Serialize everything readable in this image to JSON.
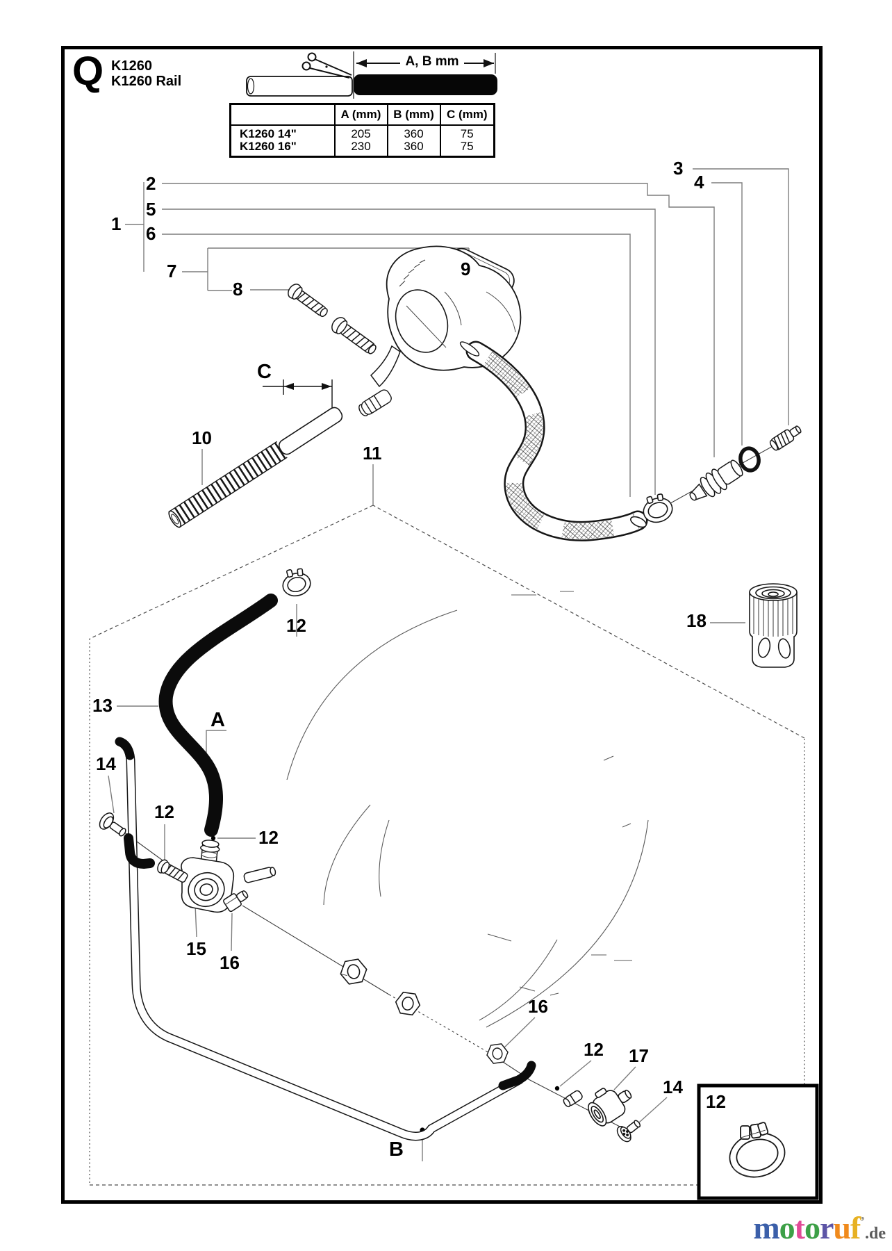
{
  "page": {
    "background": "#ffffff",
    "border_color": "#000000"
  },
  "header": {
    "section_letter": "Q",
    "model_line1": "K1260",
    "model_line2": "K1260 Rail"
  },
  "hose_cut_graphic": {
    "dimension_label": "A, B mm"
  },
  "size_table": {
    "columns": [
      "",
      "A (mm)",
      "B (mm)",
      "C (mm)"
    ],
    "rows": [
      {
        "name": "K1260 14\"",
        "a": "205",
        "b": "360",
        "c": "75"
      },
      {
        "name": "K1260 16\"",
        "a": "230",
        "b": "360",
        "c": "75"
      }
    ]
  },
  "labels": {
    "p1": "1",
    "p2": "2",
    "p3": "3",
    "p4": "4",
    "p5": "5",
    "p6": "6",
    "p7": "7",
    "p8": "8",
    "p9": "9",
    "p10": "10",
    "p11": "11",
    "p12": "12",
    "p13": "13",
    "p14": "14",
    "p15": "15",
    "p16": "16",
    "p17": "17",
    "p18": "18",
    "dim_a": "A",
    "dim_b": "B",
    "dim_c": "C"
  },
  "watermark": {
    "letters": [
      {
        "ch": "m",
        "color": "#3b5fa9"
      },
      {
        "ch": "o",
        "color": "#3da047"
      },
      {
        "ch": "t",
        "color": "#e14b97"
      },
      {
        "ch": "o",
        "color": "#3da047"
      },
      {
        "ch": "r",
        "color": "#5d55a6"
      },
      {
        "ch": "u",
        "color": "#f08a1c"
      },
      {
        "ch": "f",
        "color": "#e7b122"
      }
    ],
    "apostrophe": "’",
    "suffix": ".de",
    "suffix_color": "#5b5b5b"
  }
}
